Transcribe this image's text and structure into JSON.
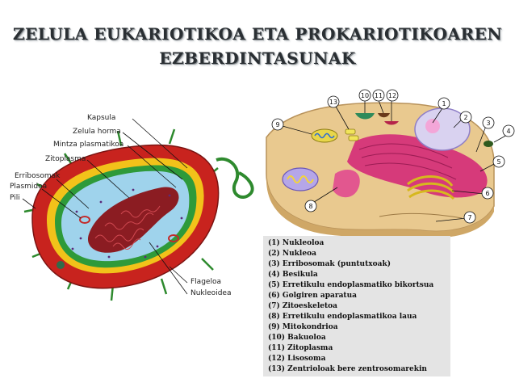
{
  "title": {
    "line1": "ZELULA EUKARIOTIKOA ETA PROKARIOTIKOAREN",
    "line2": "EZBERDINTASUNAK"
  },
  "prokaryote_labels": {
    "kapsula": "Kapsula",
    "zelula_horma": "Zelula horma",
    "mintza": "Mintza plasmatikoa",
    "zitoplasma": "Zitoplasma",
    "erribosomak": "Erribosomak",
    "plasmidoa": "Plasmidoa",
    "pili": "Pili",
    "flageloa": "Flageloa",
    "nukleoidea": "Nukleoidea"
  },
  "eukaryote_numbers": [
    "1",
    "2",
    "3",
    "4",
    "5",
    "6",
    "7",
    "8",
    "9",
    "10",
    "11",
    "12",
    "13"
  ],
  "legend": [
    "(1) Nukleoloa",
    "(2) Nukleoa",
    "(3) Erribosomak (puntutxoak)",
    "(4) Besikula",
    "(5) Erretikulu endoplasmatiko bikortsua",
    "(6) Golgiren aparatua",
    "(7) Zitoeskeletoa",
    "(8) Erretikulu endoplasmatikoa laua",
    "(9) Mitokondrioa",
    "(10) Bakuoloa",
    "(11) Zitoplasma",
    "(12) Lisosoma",
    "(13) Zentrioloak bere zentrosomarekin"
  ],
  "colors": {
    "capsule": "#c8231e",
    "cell_wall": "#f2c21a",
    "membrane": "#2e9a3a",
    "cytoplasm": "#9fd3ec",
    "nucleoid": "#8b1c22",
    "euk_cytoplasm": "#e9c98f",
    "er_rough": "#d63a7a",
    "legend_bg": "#e4e4e4"
  }
}
